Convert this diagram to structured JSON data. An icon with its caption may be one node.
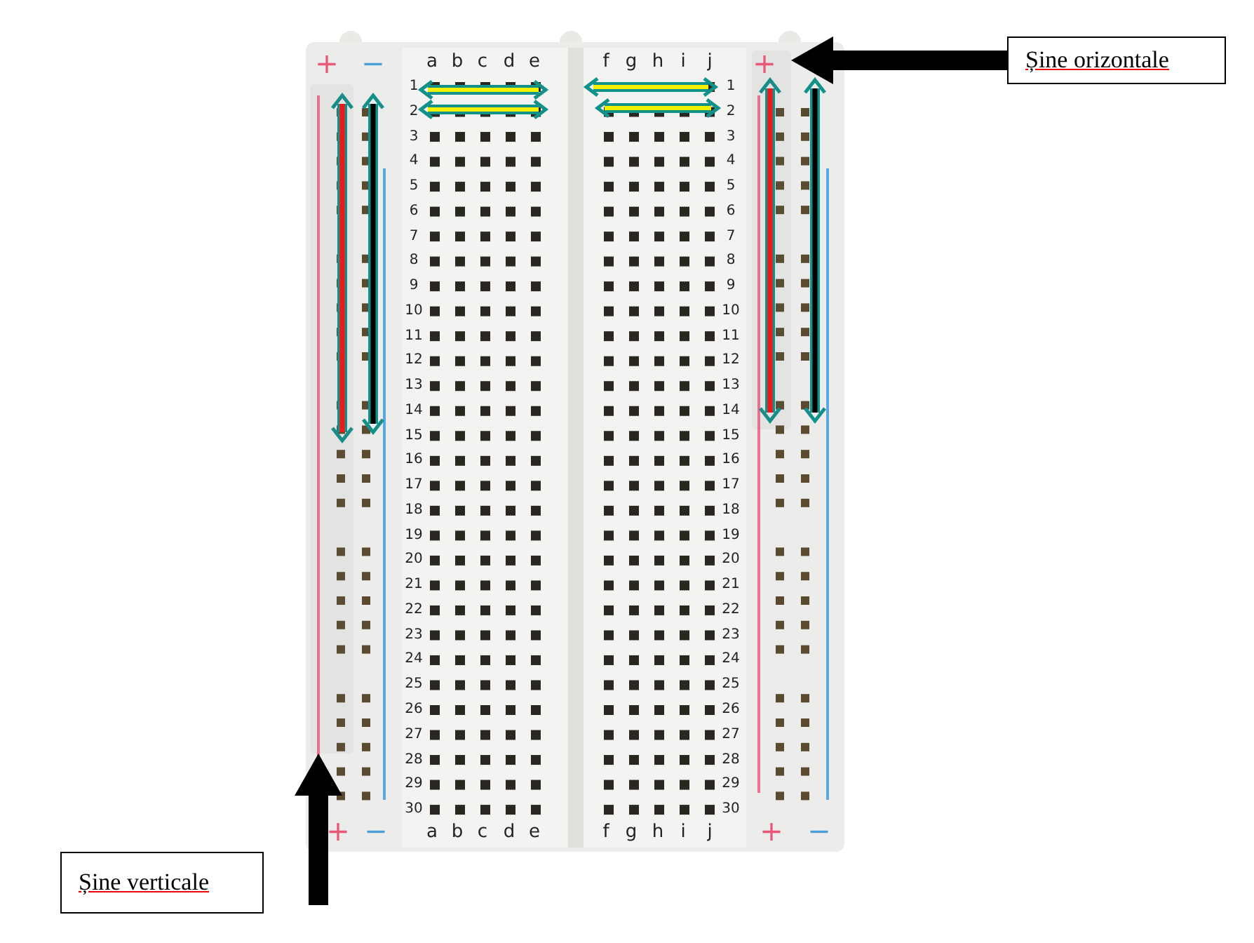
{
  "diagram": {
    "nodes": [
      {
        "text": [
          "Șine orizontale"
        ]
      },
      {
        "text": [
          "Șine verticale"
        ]
      },
      {
        "text": [],
        "shape": "picture"
      },
      {
        "text": [],
        "shape": "bar",
        "in": 2
      },
      {
        "text": [],
        "shape": "bar",
        "in": 2
      }
    ],
    "edges": [
      {
        "from": 0,
        "to": 4,
        "arrow": "to"
      },
      {
        "from": null,
        "to": 3,
        "arrow": "to"
      }
    ],
    "labels": [
      "+",
      "−",
      "a",
      "b",
      "c",
      "d",
      "e",
      "f",
      "g",
      "h",
      "i",
      "j",
      "+",
      "1",
      "1",
      "2",
      "2",
      "3",
      "3",
      "4",
      "4",
      "5",
      "5",
      "6",
      "6",
      "7",
      "7",
      "8",
      "8",
      "9",
      "9",
      "10",
      "10",
      "11",
      "11",
      "12",
      "12",
      "13",
      "13",
      "14",
      "14",
      "15",
      "15",
      "16",
      "16",
      "17",
      "17",
      "18",
      "18",
      "19",
      "19",
      "20",
      "20",
      "21",
      "21",
      "22",
      "22",
      "23",
      "23",
      "24",
      "24",
      "25",
      "25",
      "26",
      "26",
      "27",
      "27",
      "28",
      "28",
      "29",
      "29",
      "30",
      "30",
      "+",
      "−",
      "a",
      "b",
      "c",
      "d",
      "e",
      "f",
      "g",
      "h",
      "i",
      "j",
      "+",
      "−"
    ]
  }
}
